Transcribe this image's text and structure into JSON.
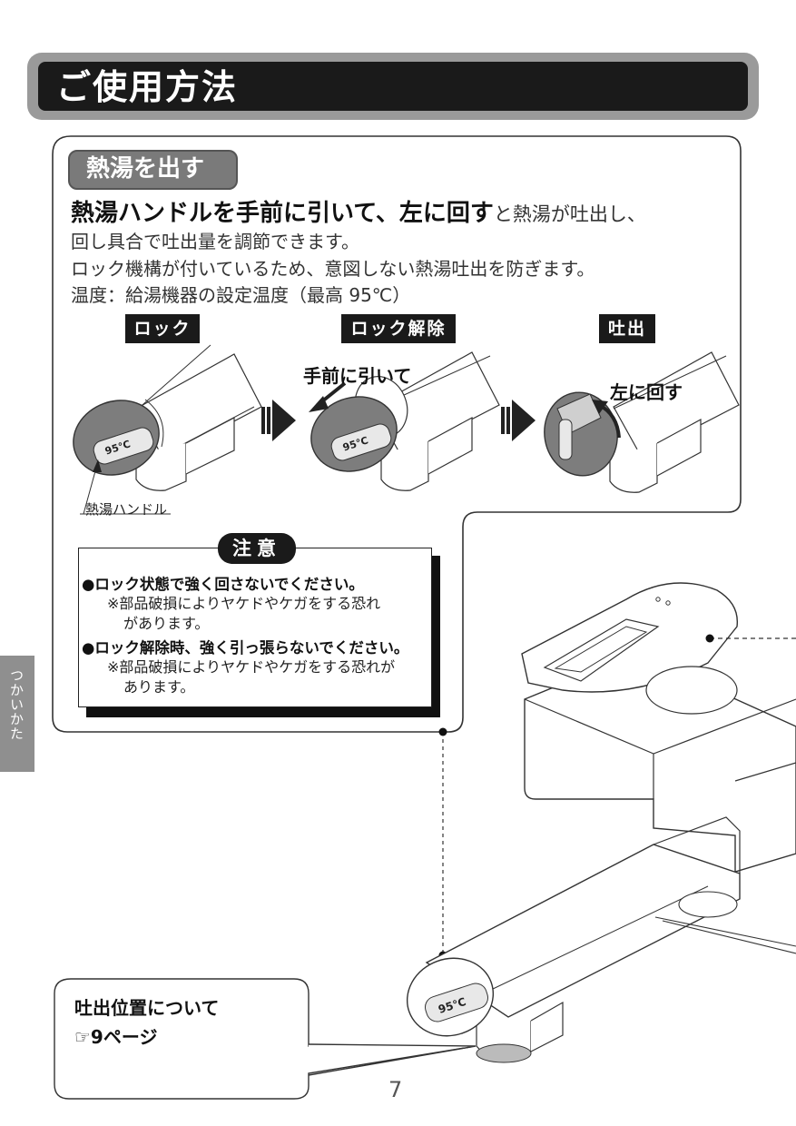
{
  "header": {
    "title": "ご使用方法"
  },
  "side_tab": {
    "label": "つかいかた"
  },
  "section": {
    "title": "熱湯を出す",
    "lead_bold": "熱湯ハンドルを手前に引いて、左に回す",
    "lead_rest": "と熱湯が吐出し、",
    "lines": [
      "回し具合で吐出量を調節できます。",
      "ロック機構が付いているため、意図しない熱湯吐出を防ぎます。",
      "温度：給湯機器の設定温度（最高 95℃）"
    ]
  },
  "steps": [
    {
      "label": "ロック"
    },
    {
      "label": "ロック解除",
      "callout": "手前に引いて"
    },
    {
      "label": "吐出",
      "callout": "左に回す"
    }
  ],
  "handle_label": "熱湯ハンドル",
  "display_text": "95",
  "caution": {
    "title": "注意",
    "items": [
      {
        "bullet": "●ロック状態で強く回さないでください。",
        "note1": "※部品破損によりヤケドやケガをする恐れ",
        "note2": "があります。"
      },
      {
        "bullet": "●ロック解除時、強く引っ張らないでください。",
        "note1": "※部品破損によりヤケドやケガをする恐れが",
        "note2": "あります。"
      }
    ]
  },
  "position_note": {
    "title": "吐出位置について",
    "ref": "☞9ページ"
  },
  "page_number": "7"
}
